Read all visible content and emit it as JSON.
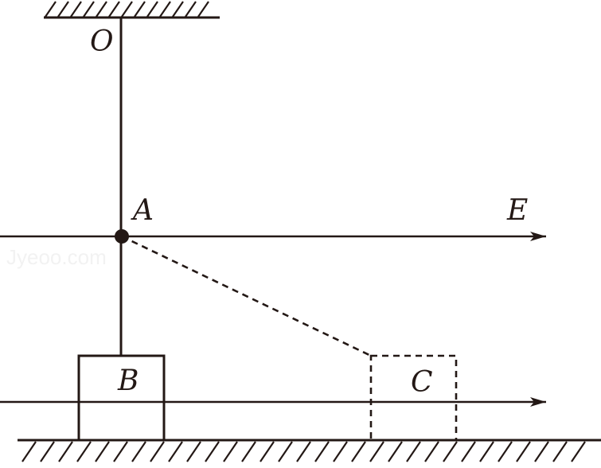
{
  "labels": {
    "pivot": "O",
    "ball": "A",
    "field": "E",
    "block_start": "B",
    "block_end": "C"
  },
  "watermark": "Jyeoo.com",
  "colors": {
    "ink": "#231815",
    "background": "#ffffff"
  }
}
